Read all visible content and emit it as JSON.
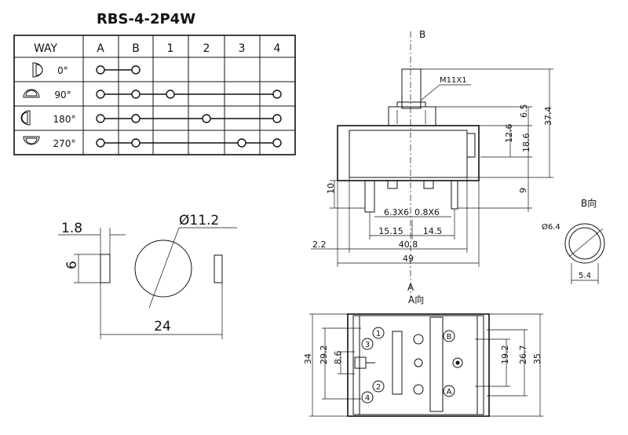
{
  "title": "RBS-4-2P4W",
  "table": {
    "header_way": "WAY",
    "columns": [
      "A",
      "B",
      "1",
      "2",
      "3",
      "4"
    ],
    "rows": [
      {
        "angle": "0°",
        "contacts": [
          "A",
          "B"
        ]
      },
      {
        "angle": "90°",
        "contacts": [
          "A",
          "B",
          "1",
          "4"
        ]
      },
      {
        "angle": "180°",
        "contacts": [
          "A",
          "B",
          "2",
          "4"
        ]
      },
      {
        "angle": "270°",
        "contacts": [
          "A",
          "B",
          "3",
          "4"
        ]
      }
    ]
  },
  "side_view": {
    "dims": {
      "thickness": "1.8",
      "height": "6",
      "diameter": "Ø11.2",
      "width": "24"
    }
  },
  "front_view": {
    "label_b": "B",
    "thread": "M11X1",
    "label_a": "A",
    "label_a_dir": "A向",
    "dims": {
      "d6_5": "6.5",
      "d37_4": "37.4",
      "d12_6": "12.6",
      "d18_6": "18.6",
      "d9": "9",
      "d10": "10",
      "term1": "6.3X6",
      "term2": "0.8X6",
      "d15_15": "15.15",
      "d14_5": "14.5",
      "d2_2": "2.2",
      "d40_8": "40.8",
      "d49": "49"
    }
  },
  "shaft_view": {
    "label": "B向",
    "dia": "Ø6.4",
    "flat": "5.4"
  },
  "bottom_view": {
    "dims": {
      "d34": "34",
      "d29_2": "29.2",
      "d8_6": "8.6",
      "d19_2": "19.2",
      "d26_7": "26.7",
      "d35": "35"
    },
    "terminal_labels": [
      "1",
      "2",
      "3",
      "4",
      "A",
      "B"
    ]
  }
}
